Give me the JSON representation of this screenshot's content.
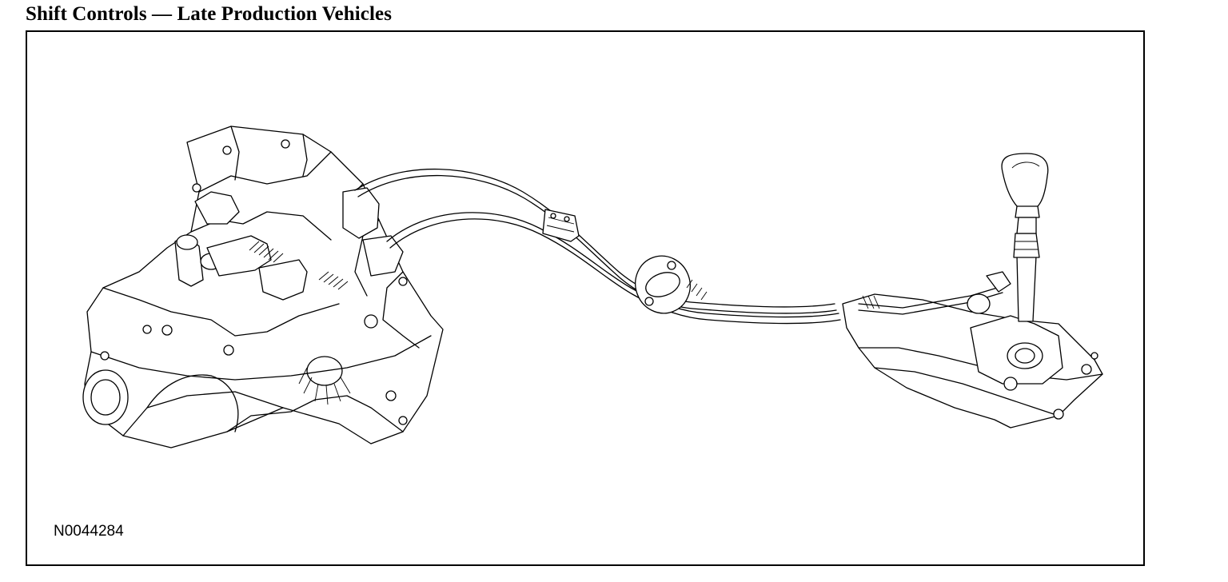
{
  "title": "Shift Controls — Late Production Vehicles",
  "figure_id": "N0044284",
  "diagram": {
    "components": [
      "transmission-assembly",
      "shift-cable-upper",
      "shift-cable-lower",
      "cable-support-bracket",
      "bulkhead-grommet",
      "gear-shift-lever-assembly",
      "shift-knob"
    ]
  }
}
